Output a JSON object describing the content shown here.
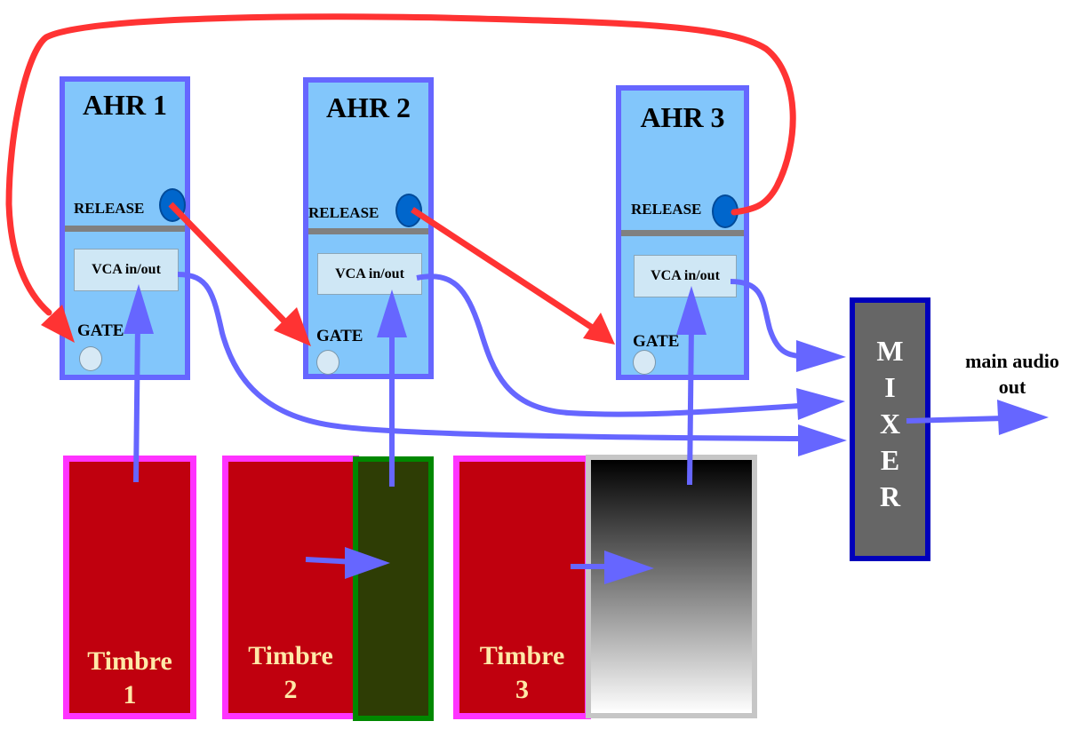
{
  "modules": [
    {
      "title": "AHR 1",
      "release_label": "RELEASE",
      "vca_label": "VCA in/out",
      "gate_label": "GATE"
    },
    {
      "title": "AHR 2",
      "release_label": "RELEASE",
      "vca_label": "VCA in/out",
      "gate_label": "GATE"
    },
    {
      "title": "AHR 3",
      "release_label": "RELEASE",
      "vca_label": "VCA in/out",
      "gate_label": "GATE"
    }
  ],
  "timbres": [
    {
      "line1": "Timbre",
      "line2": "1"
    },
    {
      "line1": "Timbre",
      "line2": "2"
    },
    {
      "line1": "Timbre",
      "line2": "3"
    }
  ],
  "mixer": {
    "letters": [
      "M",
      "I",
      "X",
      "E",
      "R"
    ]
  },
  "output": {
    "line1": "main audio",
    "line2": "out"
  },
  "colors": {
    "module_fill": "#82c6fb",
    "module_border": "#6666ff",
    "release_knob": "#0066cc",
    "timbre_fill": "#c0000e",
    "timbre_border": "#ff33ff",
    "timbre_text": "#ffe9a8",
    "mixer_fill": "#666666",
    "mixer_border": "#0000bb",
    "gate_wire": "#ff3333",
    "audio_wire": "#6666ff"
  }
}
